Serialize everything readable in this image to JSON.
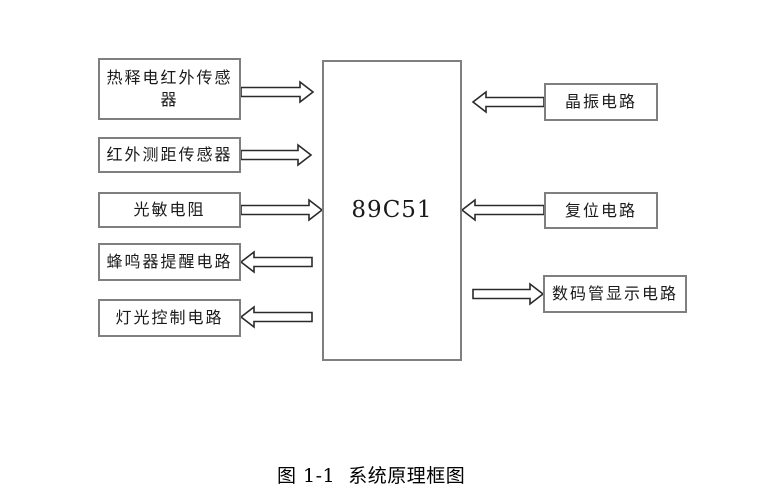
{
  "diagram": {
    "caption": "图 1-1  系统原理框图",
    "mcu": {
      "label": "89C51"
    },
    "left_blocks": [
      {
        "id": "pyro-sensor",
        "label": "热释电红外传感器"
      },
      {
        "id": "ir-distance-sensor",
        "label": "红外测距传感器"
      },
      {
        "id": "photoresistor",
        "label": "光敏电阻"
      },
      {
        "id": "buzzer-alert-circuit",
        "label": "蜂鸣器提醒电路"
      },
      {
        "id": "light-control-circuit",
        "label": "灯光控制电路"
      }
    ],
    "right_blocks": [
      {
        "id": "crystal-circuit",
        "label": "晶振电路"
      },
      {
        "id": "reset-circuit",
        "label": "复位电路"
      },
      {
        "id": "display-circuit",
        "label": "数码管显示电路"
      }
    ],
    "edges": [
      {
        "id": "pyro-to-mcu",
        "from": "热释电红外传感器",
        "to": "89C51",
        "direction": "right"
      },
      {
        "id": "ir-distance-to-mcu",
        "from": "红外测距传感器",
        "to": "89C51",
        "direction": "right"
      },
      {
        "id": "photoresistor-to-mcu",
        "from": "光敏电阻",
        "to": "89C51",
        "direction": "right"
      },
      {
        "id": "mcu-to-buzzer",
        "from": "89C51",
        "to": "蜂鸣器提醒电路",
        "direction": "left"
      },
      {
        "id": "mcu-to-light",
        "from": "89C51",
        "to": "灯光控制电路",
        "direction": "left"
      },
      {
        "id": "crystal-to-mcu",
        "from": "晶振电路",
        "to": "89C51",
        "direction": "left"
      },
      {
        "id": "reset-to-mcu",
        "from": "复位电路",
        "to": "89C51",
        "direction": "left"
      },
      {
        "id": "mcu-to-display",
        "from": "89C51",
        "to": "数码管显示电路",
        "direction": "right"
      }
    ],
    "colors": {
      "box_border": "#7f7f7f",
      "arrow_outline": "#2b2b2b",
      "arrow_fill": "#ffffff",
      "text": "#1a1a1a",
      "background": "#ffffff"
    }
  }
}
